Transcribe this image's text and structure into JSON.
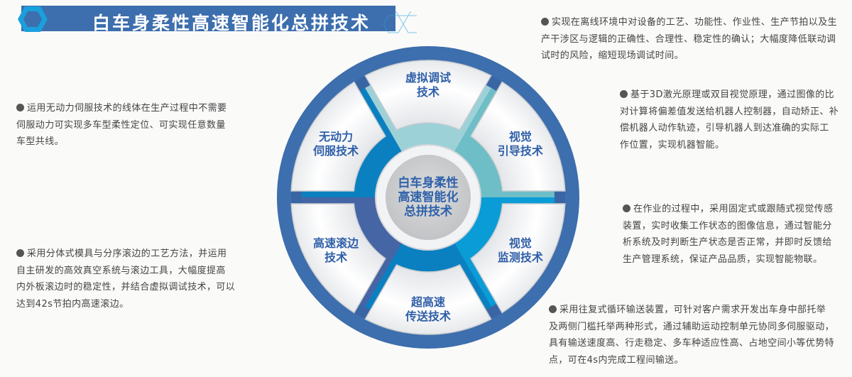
{
  "title": "白车身柔性高速智能化总拼技术",
  "center_label": [
    "白车身柔性",
    "高速智能化",
    "总拼技术"
  ],
  "segments": [
    {
      "lines": [
        "虚拟调试",
        "技术"
      ],
      "ring_color": "#9dd1d8"
    },
    {
      "lines": [
        "视觉",
        "引导技术"
      ],
      "ring_color": "#6dbec6"
    },
    {
      "lines": [
        "视觉",
        "监测技术"
      ],
      "ring_color": "#0a9cd6"
    },
    {
      "lines": [
        "超高速",
        "传送技术"
      ],
      "ring_color": "#0b80c0"
    },
    {
      "lines": [
        "高速滚边",
        "技术"
      ],
      "ring_color": "#4565a5"
    },
    {
      "lines": [
        "无动力",
        "伺服技术"
      ],
      "ring_color": "#0b80c0"
    }
  ],
  "colors": {
    "title_bar": "#3d6ead",
    "outer_ring": "#3d6ead",
    "hex_accent": "#1aa0dc",
    "text": "#444444"
  },
  "descriptions": {
    "virtual_debug": [
      "● 实现在离线环境中对设备的工艺、功能性、作业性、生产节拍以及生",
      "产干涉区与逻辑的正确性、合理性、稳定性的确认；大幅度降低联动调",
      "试时的风险，缩短现场调试时间。"
    ],
    "vision_guide": [
      "● 基于3D激光原理或双目视觉原理，通过图像的比",
      "对计算将偏差值发送给机器人控制器，自动矫正、补",
      "偿机器人动作轨迹，引导机器人到达准确的实际工",
      "作位置，实现机器智能。"
    ],
    "vision_monitor": [
      "● 在作业的过程中，采用固定式或跟随式视觉传感",
      "装置，实时收集工作状态的图像信息，通过智能分",
      "析系统及时判断生产状态是否正常，并即时反馈给",
      "生产管理系统，保证产品品质，实现智能物联。"
    ],
    "high_speed_transfer": [
      "●采用往复式循环输送装置，可针对客户需求开发出车身中部托举",
      "及两侧门槛托举两种形式，通过辅助运动控制单元协同多伺服驱动，",
      "具有输送速度高、行走稳定、多车种适应性高、占地空间小等优势特",
      "点，可在4s内完成工程间输送。"
    ],
    "unpowered_servo": [
      "● 运用无动力伺服技术的线体在生产过程中不需要",
      "伺服动力可实现多车型柔性定位、可实现任意数量",
      "车型共线。"
    ],
    "high_speed_hemming": [
      "● 采用分体式模具与分序滚边的工艺方法，并运用",
      "自主研发的高效真空系统与滚边工具，大幅度提高",
      "内外板滚边时的稳定性，并结合虚拟调试技术，可以",
      "达到42s节拍内高速滚边。"
    ]
  }
}
